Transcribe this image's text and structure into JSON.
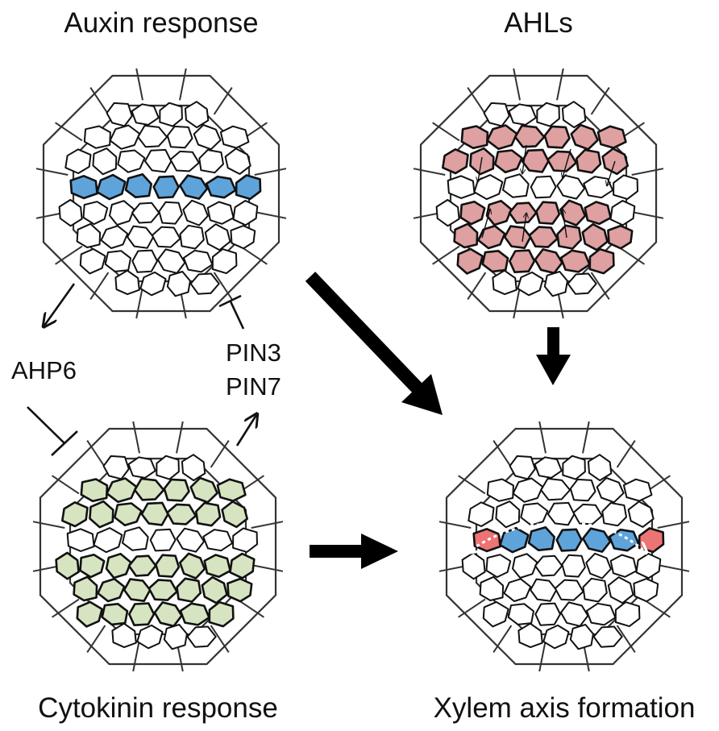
{
  "panels": {
    "auxin": {
      "title": "Auxin response"
    },
    "ahls": {
      "title": "AHLs"
    },
    "cytokinin": {
      "title": "Cytokinin response"
    },
    "xylem": {
      "title": "Xylem axis formation"
    }
  },
  "labels": {
    "ahp6": "AHP6",
    "pin3": "PIN3",
    "pin7": "PIN7"
  },
  "colors": {
    "auxin_blue": "#5ea4db",
    "ahl_pink": "#dea0a0",
    "cytokinin_green": "#d6e4c2",
    "xylem_red": "#ec7474",
    "outline": "#111111"
  }
}
